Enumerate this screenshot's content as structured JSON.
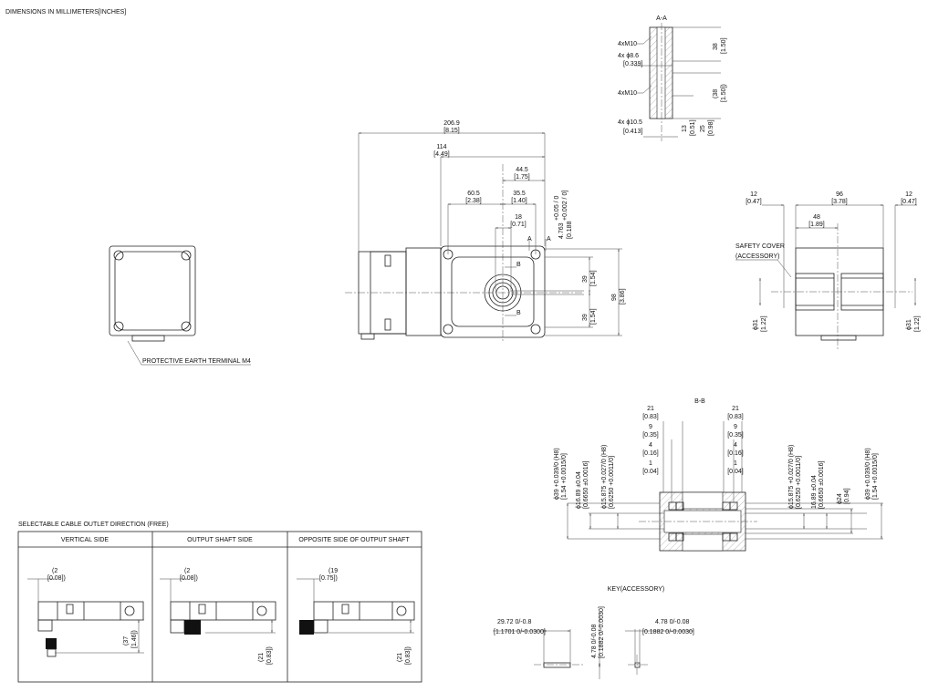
{
  "title": "DIMENSIONS IN MILLIMETERS[INCHES]",
  "left_view": {
    "earth_label": "PROTECTIVE EARTH TERMINAL M4"
  },
  "front_view": {
    "d_total": {
      "mm": "206.9",
      "in": "[8.15]"
    },
    "d_gear": {
      "mm": "114",
      "in": "[4.49]"
    },
    "d_shaft_end": {
      "mm": "44.5",
      "in": "[1.75]"
    },
    "d_hole_left": {
      "mm": "60.5",
      "in": "[2.38]"
    },
    "d_hole_right": {
      "mm": "35.5",
      "in": "[1.40]"
    },
    "d_hub": {
      "mm": "18",
      "in": "[0.71]"
    },
    "d_keyway": {
      "mm": "4.763",
      "tol_mm": "+0.05 / 0",
      "in": "[0.188",
      "tol_in": "+0.002 / 0]"
    },
    "d_half_top": {
      "mm": "39",
      "in": "[1.54]"
    },
    "d_half_bottom": {
      "mm": "39",
      "in": "[1.54]"
    },
    "d_height": {
      "mm": "98",
      "in": "[3.86]"
    },
    "section_a": "A",
    "section_b": "B"
  },
  "section_aa": {
    "title": "A-A",
    "tap_top": "4xM10",
    "bore_small": {
      "mm": "4x ϕ8.6",
      "in": "[0.339]"
    },
    "tap_bottom": "4xM10",
    "bore_large": {
      "mm": "4x ϕ10.5",
      "in": "[0.413]"
    },
    "d_38_top": {
      "mm": "38",
      "in": "[1.50]"
    },
    "d_38_bottom": {
      "mm": "(38",
      "in": "[1.50])"
    },
    "d_13": {
      "mm": "13",
      "in": "[0.51]"
    },
    "d_25": {
      "mm": "25",
      "in": "[0.98]"
    }
  },
  "side_view": {
    "d_left": {
      "mm": "12",
      "in": "[0.47]"
    },
    "d_width": {
      "mm": "96",
      "in": "[3.78]"
    },
    "d_right": {
      "mm": "12",
      "in": "[0.47]"
    },
    "d_half": {
      "mm": "48",
      "in": "[1.89]"
    },
    "cover_label": "SAFETY COVER",
    "cover_label2": "(ACCESSORY)",
    "d_phi_left": {
      "mm": "ϕ31",
      "in": "[1.22]"
    },
    "d_phi_right": {
      "mm": "ϕ31",
      "in": "[1.22]"
    }
  },
  "section_bb": {
    "title": "B-B",
    "left": [
      {
        "mm": "21",
        "in": "[0.83]"
      },
      {
        "mm": "9",
        "in": "[0.35]"
      },
      {
        "mm": "4",
        "in": "[0.16]"
      },
      {
        "mm": "1",
        "in": "[0.04]"
      }
    ],
    "right": [
      {
        "mm": "21",
        "in": "[0.83]"
      },
      {
        "mm": "9",
        "in": "[0.35]"
      },
      {
        "mm": "4",
        "in": "[0.16]"
      },
      {
        "mm": "1",
        "in": "[0.04]"
      }
    ],
    "phi39_l": {
      "mm": "ϕ39 +0.039/0 (H8)",
      "in": "[1.54 +0.0015/0]"
    },
    "phi1689_l": {
      "mm": "ϕ16.89 ±0.04",
      "in": "[0.6650 ±0.0016]"
    },
    "phi15875_l": {
      "mm": "ϕ15.875 +0.027/0 (H8)",
      "in": "[0.6250 +0.0011/0]"
    },
    "phi15875_r": {
      "mm": "ϕ15.875 +0.027/0 (H8)",
      "in": "[0.6250 +0.0011/0]"
    },
    "phi1689_r": {
      "mm": "16.89 ±0.04",
      "in": "[0.6650 ±0.0016]"
    },
    "phi24": {
      "mm": "ϕ24",
      "in": "[0.94]"
    },
    "phi39_r": {
      "mm": "ϕ39 +0.039/0 (H8)",
      "in": "[1.54 +0.0015/0]"
    }
  },
  "key": {
    "title": "KEY(ACCESSORY)",
    "length": {
      "mm": "29.72 0/-0.8",
      "in": "[1.1701 0/-0.0300]"
    },
    "height": {
      "mm": "4.78 0/-0.08",
      "in": "[0.1882 0/-0.0030]"
    },
    "width": {
      "mm": "4.78 0/-0.08",
      "in": "[0.1882 0/-0.0030]"
    }
  },
  "cable_table": {
    "title": "SELECTABLE CABLE OUTLET DIRECTION (FREE)",
    "columns": [
      {
        "header": "VERTICAL SIDE",
        "top": {
          "mm": "(2",
          "in": "[0.08])"
        },
        "side": {
          "mm": "(37",
          "in": "[1.46])"
        }
      },
      {
        "header": "OUTPUT SHAFT SIDE",
        "top": {
          "mm": "(2",
          "in": "[0.08])"
        },
        "side": {
          "mm": "(21",
          "in": "[0.83])"
        }
      },
      {
        "header": "OPPOSITE SIDE OF OUTPUT SHAFT",
        "top": {
          "mm": "(19",
          "in": "[0.75])"
        },
        "side": {
          "mm": "(21",
          "in": "[0.83])"
        }
      }
    ]
  }
}
